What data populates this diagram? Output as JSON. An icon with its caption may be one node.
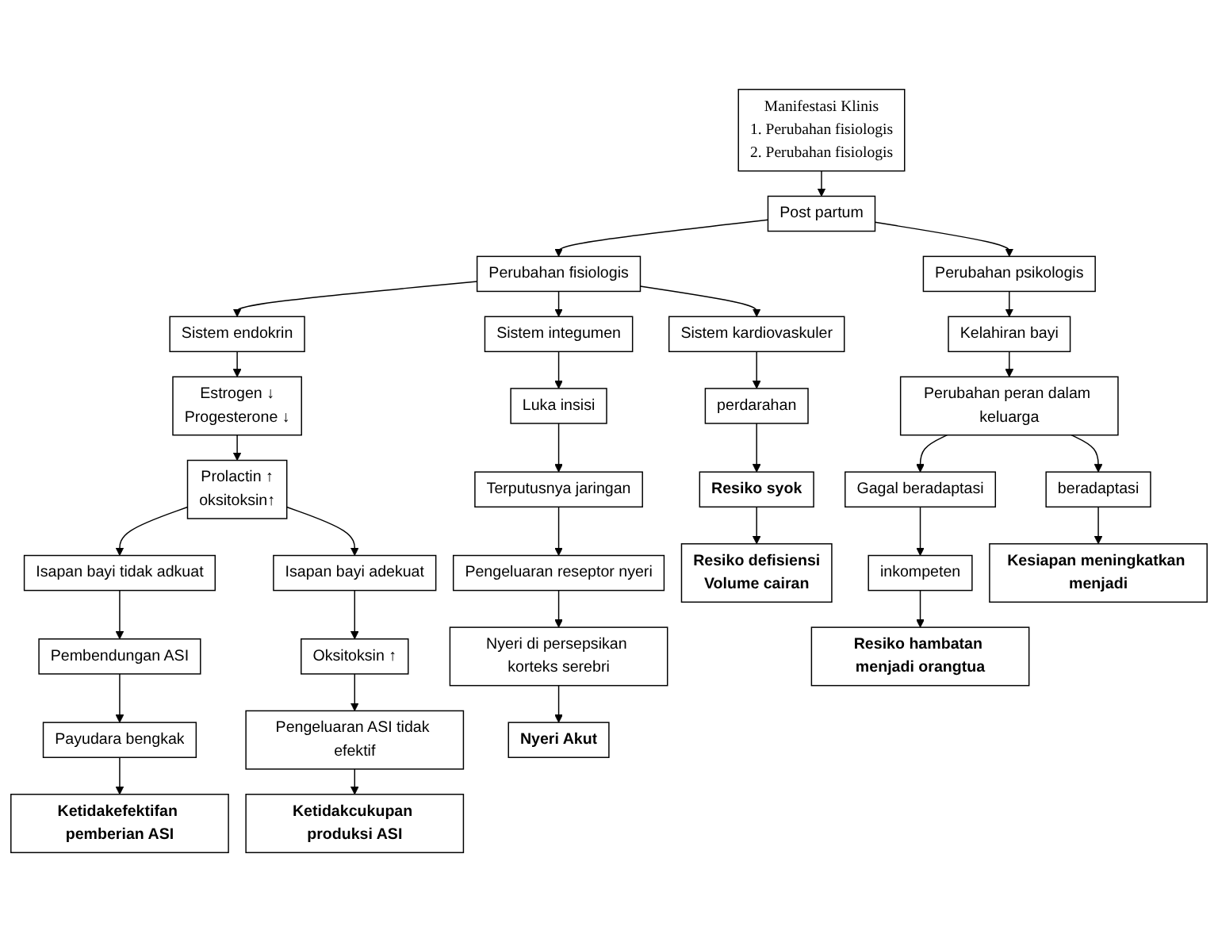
{
  "diagram": {
    "nodes": [
      {
        "text": [
          "Manifestasi Klinis",
          "1. Perubahan fisiologis",
          "2. Perubahan fisiologis"
        ]
      },
      {
        "text": [
          "Post partum"
        ]
      },
      {
        "text": [
          "Perubahan fisiologis"
        ]
      },
      {
        "text": [
          "Perubahan psikologis"
        ]
      },
      {
        "text": [
          "Sistem endokrin"
        ]
      },
      {
        "text": [
          "Sistem integumen"
        ]
      },
      {
        "text": [
          "Sistem kardiovaskuler"
        ]
      },
      {
        "text": [
          "Estrogen ↓",
          "Progesterone ↓"
        ]
      },
      {
        "text": [
          "Prolactin ↑",
          "oksitoksin↑"
        ]
      },
      {
        "text": [
          "Luka insisi"
        ]
      },
      {
        "text": [
          "Terputusnya jaringan"
        ]
      },
      {
        "text": [
          "Pengeluaran reseptor nyeri"
        ]
      },
      {
        "text": [
          "Nyeri di persepsikan korteks serebri"
        ]
      },
      {
        "text": [
          "Nyeri Akut"
        ]
      },
      {
        "text": [
          "perdarahan"
        ]
      },
      {
        "text": [
          "Resiko syok"
        ]
      },
      {
        "text": [
          "Resiko defisiensi",
          "Volume cairan"
        ]
      },
      {
        "text": [
          "Kelahiran bayi"
        ]
      },
      {
        "text": [
          "Perubahan peran dalam keluarga"
        ]
      },
      {
        "text": [
          "Gagal beradaptasi"
        ]
      },
      {
        "text": [
          "beradaptasi"
        ]
      },
      {
        "text": [
          "inkompeten"
        ]
      },
      {
        "text": [
          "Resiko hambatan menjadi orangtua"
        ]
      },
      {
        "text": [
          "Kesiapan meningkatkan menjadi"
        ]
      },
      {
        "text": [
          "Isapan bayi tidak adkuat"
        ]
      },
      {
        "text": [
          "Pembendungan ASI"
        ]
      },
      {
        "text": [
          "Payudara bengkak"
        ]
      },
      {
        "text": [
          "Ketidakefektifan pemberian ASI"
        ]
      },
      {
        "text": [
          "Isapan bayi adekuat"
        ]
      },
      {
        "text": [
          "Oksitoksin ↑"
        ]
      },
      {
        "text": [
          "Pengeluaran ASI tidak efektif"
        ]
      },
      {
        "text": [
          "Ketidakcukupan produksi ASI"
        ]
      }
    ],
    "edges": [
      {
        "from": 0,
        "to": 1,
        "arrow": "to"
      },
      {
        "from": 1,
        "to": 2,
        "arrow": "to"
      },
      {
        "from": 1,
        "to": 3,
        "arrow": "to"
      },
      {
        "from": 2,
        "to": 4,
        "arrow": "to"
      },
      {
        "from": 2,
        "to": 5,
        "arrow": "to"
      },
      {
        "from": 2,
        "to": 6,
        "arrow": "to"
      },
      {
        "from": 4,
        "to": 7,
        "arrow": "to"
      },
      {
        "from": 7,
        "to": 8,
        "arrow": "to"
      },
      {
        "from": 8,
        "to": 24,
        "arrow": "to"
      },
      {
        "from": 8,
        "to": 28,
        "arrow": "to"
      },
      {
        "from": 5,
        "to": 9,
        "arrow": "to"
      },
      {
        "from": 9,
        "to": 10,
        "arrow": "to"
      },
      {
        "from": 10,
        "to": 11,
        "arrow": "to"
      },
      {
        "from": 11,
        "to": 12,
        "arrow": "to"
      },
      {
        "from": 12,
        "to": 13,
        "arrow": "to"
      },
      {
        "from": 6,
        "to": 14,
        "arrow": "to"
      },
      {
        "from": 14,
        "to": 15,
        "arrow": "to"
      },
      {
        "from": 15,
        "to": 16,
        "arrow": "to"
      },
      {
        "from": 3,
        "to": 17,
        "arrow": "to"
      },
      {
        "from": 17,
        "to": 18,
        "arrow": "to"
      },
      {
        "from": 18,
        "to": 19,
        "arrow": "to"
      },
      {
        "from": 18,
        "to": 20,
        "arrow": "to"
      },
      {
        "from": 19,
        "to": 21,
        "arrow": "to"
      },
      {
        "from": 21,
        "to": 22,
        "arrow": "to"
      },
      {
        "from": 20,
        "to": 23,
        "arrow": "to"
      },
      {
        "from": 24,
        "to": 25,
        "arrow": "to"
      },
      {
        "from": 25,
        "to": 26,
        "arrow": "to"
      },
      {
        "from": 26,
        "to": 27,
        "arrow": "to"
      },
      {
        "from": 28,
        "to": 29,
        "arrow": "to"
      },
      {
        "from": 29,
        "to": 30,
        "arrow": "to"
      },
      {
        "from": 30,
        "to": 31,
        "arrow": "to"
      }
    ]
  }
}
